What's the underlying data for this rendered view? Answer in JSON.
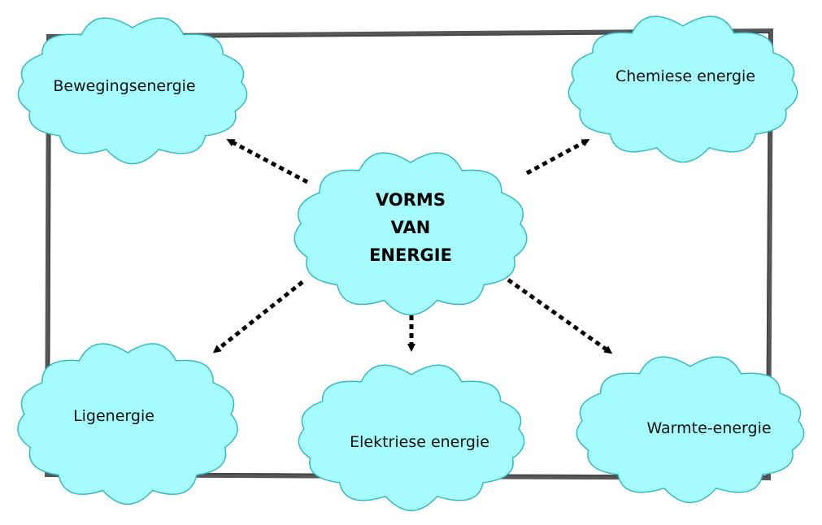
{
  "colors": {
    "cloud_fill": "#a6fbfd",
    "cloud_stroke": "#37b9c2",
    "frame_stroke": "#3a3a3a",
    "arrow": "#000000"
  },
  "center": {
    "lines": [
      "VORMS",
      "VAN",
      "ENERGIE"
    ]
  },
  "nodes": [
    {
      "label": "Bewegingsenergie"
    },
    {
      "label": "Chemiese energie"
    },
    {
      "label": "Ligenergie"
    },
    {
      "label": "Elektriese energie"
    },
    {
      "label": "Warmte-energie"
    }
  ]
}
